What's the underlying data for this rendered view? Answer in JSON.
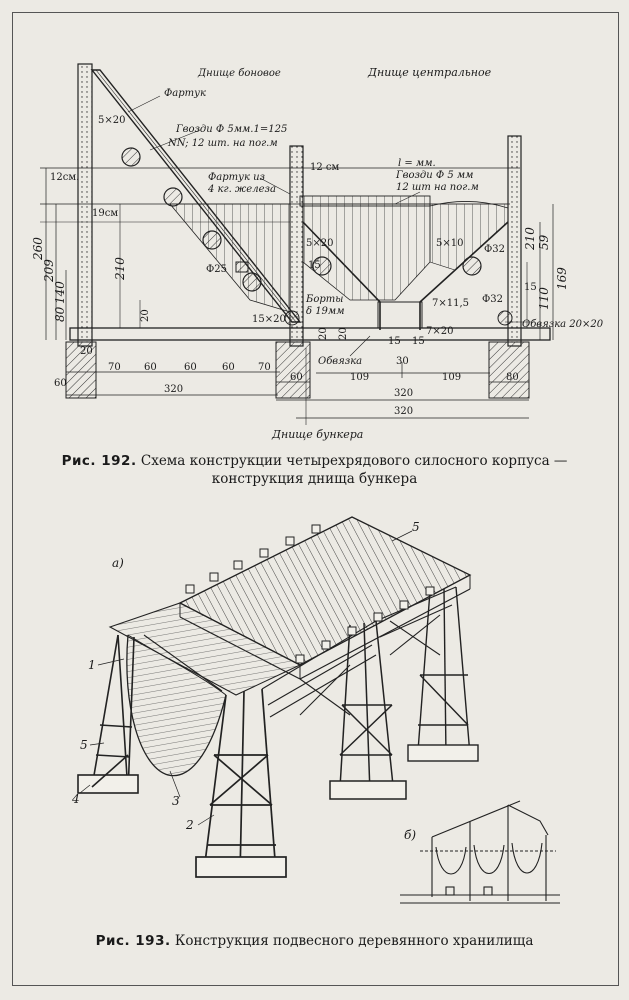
{
  "fig192": {
    "labels": {
      "dnische_bonovoe": "Днище боновое",
      "dnische_central": "Днище центральное",
      "fartuk": "Фартук",
      "gvozdi1_l1": "Гвозди Ф 5мм.1=125",
      "gvozdi1_l2": "NN; 12 шт. на пог.м",
      "fartuk_iz_l1": "Фартук из",
      "fartuk_iz_l2": "4 кг. железа",
      "gvozdi2_l1": "l = мм.",
      "gvozdi2_l2": "Гвозди Ф 5 мм",
      "gvozdi2_l3": "12 шт на пог.м",
      "borty_l1": "Борты",
      "borty_l2": "δ 19мм",
      "obvyazka_center": "Обвязка",
      "obvyazka_right": "Обвязка 20×20",
      "dnische_bunkera": "Днище бункера"
    },
    "dims": {
      "d5x20": "5×20",
      "d12sm": "12см.",
      "d12sm_b": "12 см",
      "d19sm": "19см",
      "d260": "260",
      "d209": "209",
      "d140": "140",
      "d80": "80",
      "d20a": "20",
      "d20b": "20",
      "d210a": "210",
      "d60a": "60",
      "d70a": "70",
      "d60b": "60",
      "d60c": "60",
      "d60d": "60",
      "d70b": "70",
      "d320a": "320",
      "d60e": "60",
      "d320b": "320",
      "d320c": "320",
      "d80b": "80",
      "phi25": "Ф25",
      "d5x20b": "5×20",
      "d15a": "15",
      "d15x20": "15×20",
      "d5x10": "5×10",
      "phi32a": "Ф32",
      "phi32b": "Ф32",
      "d210b": "210",
      "d59": "59",
      "d169": "169",
      "d15b": "15",
      "d110": "110",
      "d7x115": "7×11,5",
      "d7x20": "7×20",
      "d20c": "20",
      "d15c": "15",
      "d15d": "15",
      "d30": "30",
      "d109a": "109",
      "d109b": "109",
      "d20d": "20"
    }
  },
  "fig193": {
    "sub_a": "а)",
    "sub_b": "б)",
    "n1": "1",
    "n2": "2",
    "n3": "3",
    "n4": "4",
    "n5a": "5",
    "n5b": "5"
  },
  "captions": {
    "c192_num": "Рис. 192.",
    "c192_l1": "Схема конструкции четырехрядового силосного корпуса —",
    "c192_l2": "конструкция днища бункера",
    "c193_num": "Рис. 193.",
    "c193_text": "Конструкция подвесного деревянного хранилища"
  }
}
